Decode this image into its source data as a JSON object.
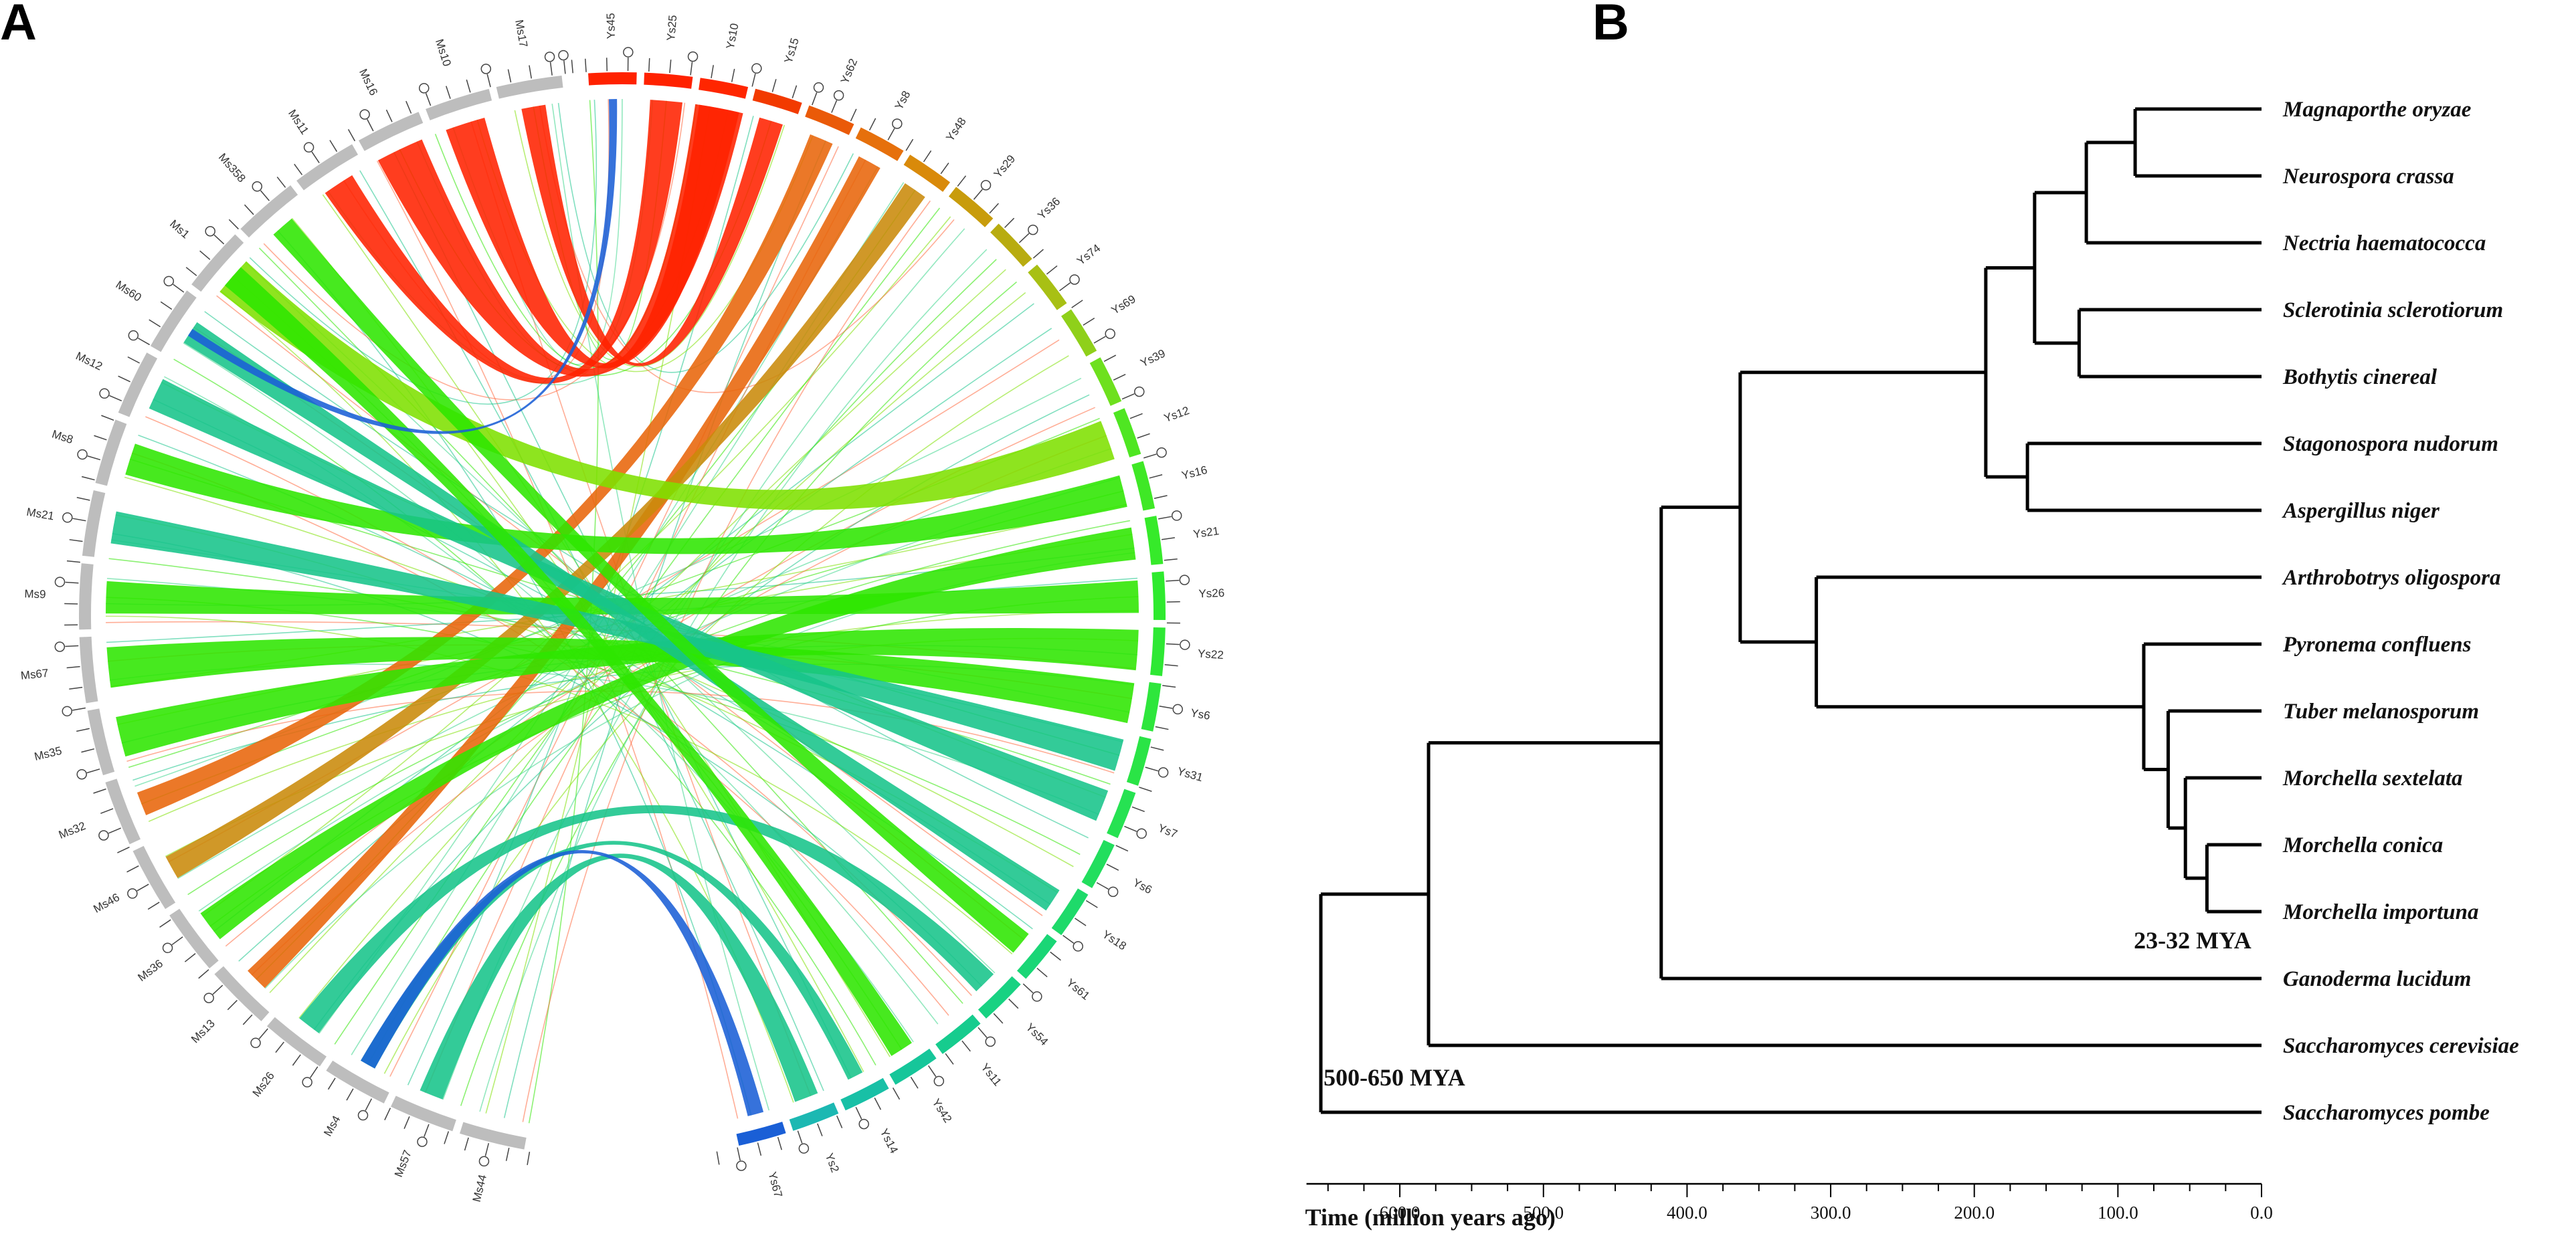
{
  "panels": {
    "a_label": "A",
    "b_label": "B"
  },
  "chart_data": [
    {
      "type": "chord",
      "panel": "A",
      "title": "",
      "segments_right": [
        "Ys45",
        "Ys25",
        "Ys10",
        "Ys15",
        "Ys62",
        "Ys8",
        "Ys48",
        "Ys29",
        "Ys36",
        "Ys74",
        "Ys69",
        "Ys39",
        "Ys12",
        "Ys16",
        "Ys21",
        "Ys26",
        "Ys22",
        "Ys6",
        "Ys31",
        "Ys7",
        "Ys6",
        "Ys18",
        "Ys61",
        "Ys54",
        "Ys11",
        "Ys42",
        "Ys14",
        "Ys2",
        "Ys67"
      ],
      "segments_left": [
        "Ms44",
        "Ms57",
        "Ms4",
        "Ms26",
        "Ms13",
        "Ms36",
        "Ms46",
        "Ms32",
        "Ms35",
        "Ms67",
        "Ms9",
        "Ms21",
        "Ms8",
        "Ms12",
        "Ms60",
        "Ms1",
        "Ms358",
        "Ms11",
        "Ms16",
        "Ms10",
        "Ms17"
      ],
      "colors": {
        "red": "#ff2200",
        "orange": "#e8650a",
        "olive": "#c98a0a",
        "green": "#2ee600",
        "lime": "#7ee000",
        "teal": "#17c48a",
        "blue": "#1a5fd6",
        "grey": "#bdbdbd"
      },
      "links": [
        {
          "from": "Ys10",
          "to": "Ms16",
          "color": "red",
          "weight": 6
        },
        {
          "from": "Ys10",
          "to": "Ms10",
          "color": "red",
          "weight": 5
        },
        {
          "from": "Ys25",
          "to": "Ms11",
          "color": "red",
          "weight": 4
        },
        {
          "from": "Ys15",
          "to": "Ms17",
          "color": "red",
          "weight": 3
        },
        {
          "from": "Ys62",
          "to": "Ms32",
          "color": "orange",
          "weight": 3
        },
        {
          "from": "Ys8",
          "to": "Ms13",
          "color": "orange",
          "weight": 3
        },
        {
          "from": "Ys48",
          "to": "Ms46",
          "color": "olive",
          "weight": 3
        },
        {
          "from": "Ys12",
          "to": "Ms1",
          "color": "lime",
          "weight": 5
        },
        {
          "from": "Ys16",
          "to": "Ms8",
          "color": "green",
          "weight": 4
        },
        {
          "from": "Ys21",
          "to": "Ms36",
          "color": "green",
          "weight": 4
        },
        {
          "from": "Ys26",
          "to": "Ms9",
          "color": "green",
          "weight": 4
        },
        {
          "from": "Ys22",
          "to": "Ms35",
          "color": "green",
          "weight": 5
        },
        {
          "from": "Ys6",
          "to": "Ms67",
          "color": "green",
          "weight": 5
        },
        {
          "from": "Ys31",
          "to": "Ms21",
          "color": "teal",
          "weight": 4
        },
        {
          "from": "Ys7",
          "to": "Ms12",
          "color": "teal",
          "weight": 4
        },
        {
          "from": "Ys18",
          "to": "Ms60",
          "color": "teal",
          "weight": 3
        },
        {
          "from": "Ys61",
          "to": "Ms358",
          "color": "green",
          "weight": 3
        },
        {
          "from": "Ys54",
          "to": "Ms26",
          "color": "teal",
          "weight": 3
        },
        {
          "from": "Ys42",
          "to": "Ms1",
          "color": "green",
          "weight": 3
        },
        {
          "from": "Ys14",
          "to": "Ms4",
          "color": "teal",
          "weight": 2
        },
        {
          "from": "Ys2",
          "to": "Ms57",
          "color": "teal",
          "weight": 3
        },
        {
          "from": "Ys67",
          "to": "Ms4",
          "color": "blue",
          "weight": 2
        },
        {
          "from": "Ys45",
          "to": "Ms60",
          "color": "blue",
          "weight": 1
        }
      ]
    },
    {
      "type": "tree",
      "panel": "B",
      "title": "",
      "xlabel": "Time (million years ago)",
      "x_reversed": true,
      "xlim": [
        0,
        665
      ],
      "xticks": [
        "600.0",
        "500.0",
        "400.0",
        "300.0",
        "200.0",
        "100.0",
        "0.0"
      ],
      "xtick_values": [
        600,
        500,
        400,
        300,
        200,
        100,
        0
      ],
      "leaves": [
        {
          "name": "Magnaporthe oryzae"
        },
        {
          "name": "Neurospora crassa"
        },
        {
          "name": "Nectria haematococca"
        },
        {
          "name": "Sclerotinia sclerotiorum"
        },
        {
          "name": "Bothytis cinereal"
        },
        {
          "name": "Stagonospora nudorum"
        },
        {
          "name": "Aspergillus niger"
        },
        {
          "name": "Arthrobotrys oligospora"
        },
        {
          "name": "Pyronema confluens"
        },
        {
          "name": "Tuber melanosporum"
        },
        {
          "name": "Morchella sextelata"
        },
        {
          "name": "Morchella conica"
        },
        {
          "name": "Morchella importuna"
        },
        {
          "name": "Ganoderma lucidum"
        },
        {
          "name": "Saccharomyces cerevisiae"
        },
        {
          "name": "Saccharomyces pombe"
        }
      ],
      "nodes": [
        {
          "id": "n1",
          "age": 88,
          "children": [
            0,
            1
          ]
        },
        {
          "id": "n2",
          "age": 122,
          "children": [
            "n1",
            2
          ]
        },
        {
          "id": "n3",
          "age": 127,
          "children": [
            3,
            4
          ]
        },
        {
          "id": "n4",
          "age": 158,
          "children": [
            "n2",
            "n3"
          ]
        },
        {
          "id": "n5",
          "age": 163,
          "children": [
            5,
            6
          ]
        },
        {
          "id": "n6",
          "age": 192,
          "children": [
            "n4",
            "n5"
          ]
        },
        {
          "id": "n7",
          "age": 38,
          "children": [
            11,
            12
          ]
        },
        {
          "id": "n8",
          "age": 53,
          "children": [
            10,
            "n7"
          ]
        },
        {
          "id": "n9",
          "age": 65,
          "children": [
            9,
            "n8"
          ]
        },
        {
          "id": "n10",
          "age": 82,
          "children": [
            8,
            "n9"
          ]
        },
        {
          "id": "n11",
          "age": 310,
          "children": [
            7,
            "n10"
          ]
        },
        {
          "id": "n12",
          "age": 363,
          "children": [
            "n6",
            "n11"
          ]
        },
        {
          "id": "n13",
          "age": 418,
          "children": [
            "n12",
            13
          ]
        },
        {
          "id": "n14",
          "age": 580,
          "children": [
            "n13",
            14
          ]
        },
        {
          "id": "n15",
          "age": 655,
          "children": [
            "n14",
            15
          ]
        }
      ],
      "annotations": [
        "23-32 MYA",
        "500-650 MYA"
      ]
    }
  ]
}
